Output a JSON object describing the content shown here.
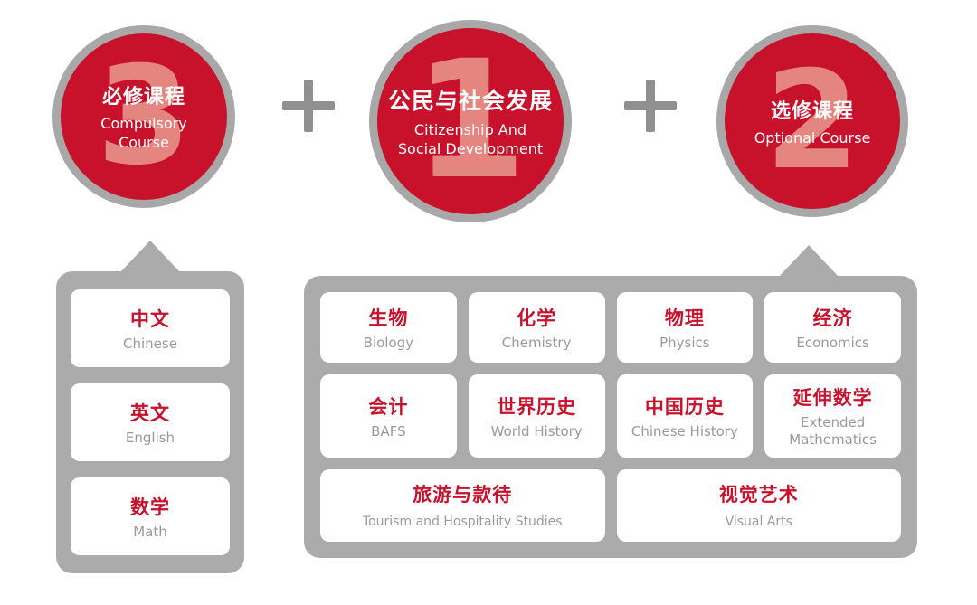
{
  "colors": {
    "accent_red": "#c8122c",
    "panel_gray": "#ababab",
    "text_gray": "#9a9a9a",
    "plus_gray": "#909090"
  },
  "circles": [
    {
      "number": "3",
      "title": "必修课程",
      "subtitle": "Compulsory\nCourse"
    },
    {
      "number": "1",
      "title": "公民与社会发展",
      "subtitle": "Citizenship And\nSocial Development"
    },
    {
      "number": "2",
      "title": "选修课程",
      "subtitle": "Optional Course"
    }
  ],
  "plus_symbol": "+",
  "compulsory_courses": [
    {
      "zh": "中文",
      "en": "Chinese"
    },
    {
      "zh": "英文",
      "en": "English"
    },
    {
      "zh": "数学",
      "en": "Math"
    }
  ],
  "optional_courses": [
    {
      "zh": "生物",
      "en": "Biology"
    },
    {
      "zh": "化学",
      "en": "Chemistry"
    },
    {
      "zh": "物理",
      "en": "Physics"
    },
    {
      "zh": "经济",
      "en": "Economics"
    },
    {
      "zh": "会计",
      "en": "BAFS"
    },
    {
      "zh": "世界历史",
      "en": "World History"
    },
    {
      "zh": "中国历史",
      "en": "Chinese History"
    },
    {
      "zh": "延伸数学",
      "en": "Extended Mathematics"
    },
    {
      "zh": "旅游与款待",
      "en": "Tourism and Hospitality Studies"
    },
    {
      "zh": "视觉艺术",
      "en": "Visual Arts"
    }
  ]
}
